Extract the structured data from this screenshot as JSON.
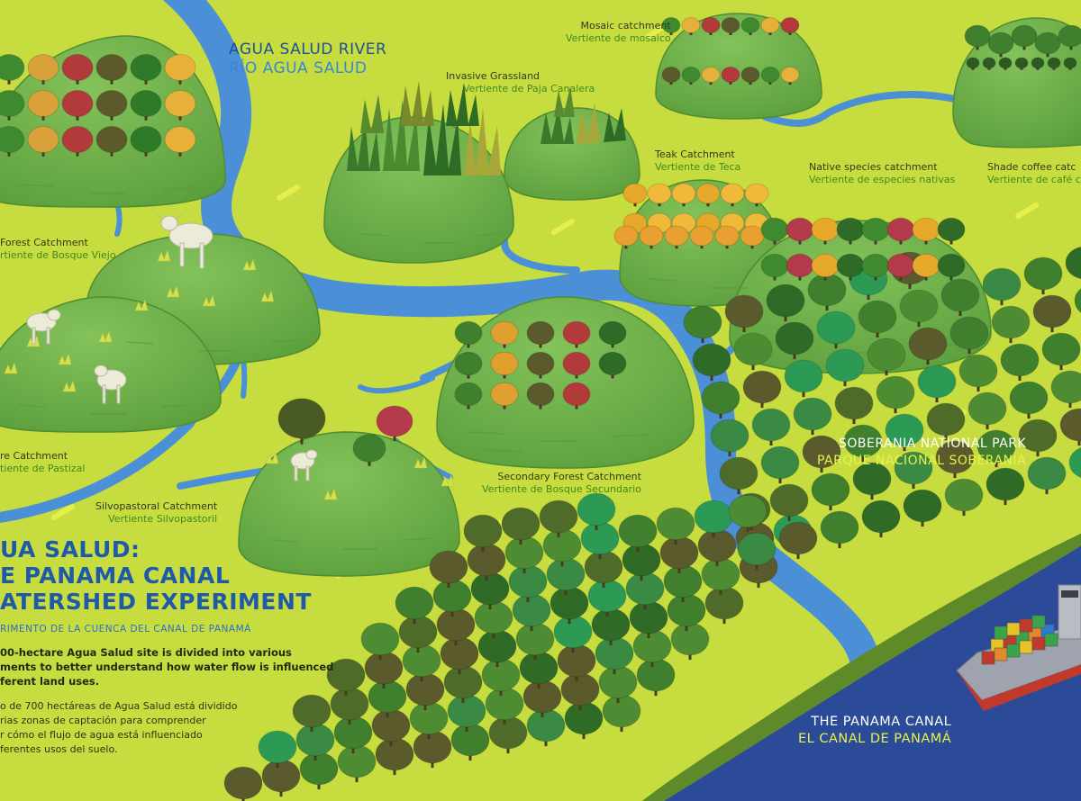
{
  "river": {
    "name_en": "AGUA SALUD RIVER",
    "name_es": "RÍO AGUA SALUD"
  },
  "catchments": [
    {
      "en": "Mosaic catchment",
      "es": "Vertiente de mosaico"
    },
    {
      "en": "Invasive Grassland",
      "es": "Vertiente de Paja Canalera"
    },
    {
      "en": "Teak Catchment",
      "es": "Vertiente de Teca"
    },
    {
      "en": "Native species catchment",
      "es": "Vertiente de especies nativas"
    },
    {
      "en": "Shade coffee catc",
      "es": "Vertiente de café c"
    },
    {
      "en": "Forest Catchment",
      "es": "rtiente de Bosque Viejo"
    },
    {
      "en": "re Catchment",
      "es": "tiente de Pastizal"
    },
    {
      "en": "Silvopastoral Catchment",
      "es": "Vertiente Silvopastoril"
    },
    {
      "en": "Secondary Forest Catchment",
      "es": "Vertiente de Bosque Secundario"
    }
  ],
  "park": {
    "name_en": "SOBERANIA NATIONAL PARK",
    "name_es": "PARQUE NACIONAL SOBERANÍA"
  },
  "canal": {
    "name_en": "THE PANAMA CANAL",
    "name_es": "EL CANAL DE PANAMÁ"
  },
  "title": {
    "line1": "UA SALUD:",
    "line2": "E PANAMA CANAL",
    "line3": "ATERSHED EXPERIMENT",
    "subtitle": "RIMENTO DE LA CUENCA DEL CANAL DE PANAMÁ",
    "desc_en": [
      "00-hectare Agua Salud site is divided into various",
      "ments to better understand how water flow is influenced",
      "ferent land uses."
    ],
    "desc_es": [
      "o de 700 hectáreas de Agua Salud está dividido",
      "rias zonas de captación para comprender",
      "r cómo el flujo de agua está influenciado",
      "ferentes usos del suelo."
    ]
  },
  "colors": {
    "background": "#c7dc3f",
    "hill": "#6aae47",
    "river": "#4b8fd6",
    "canal": "#2b4b99",
    "title": "#1f5aa8",
    "label_es": "#3f8a1f"
  }
}
